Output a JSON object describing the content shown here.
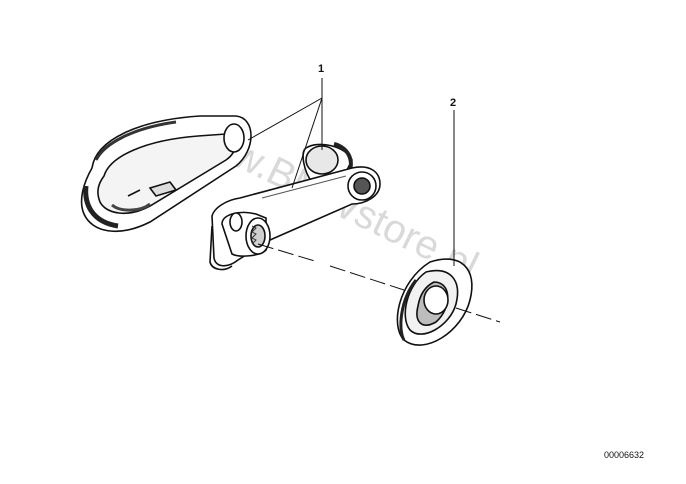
{
  "callouts": [
    {
      "number": "1"
    },
    {
      "number": "2"
    }
  ],
  "drawing_number": "00006632",
  "watermark": "www.BMWstore.pl"
}
